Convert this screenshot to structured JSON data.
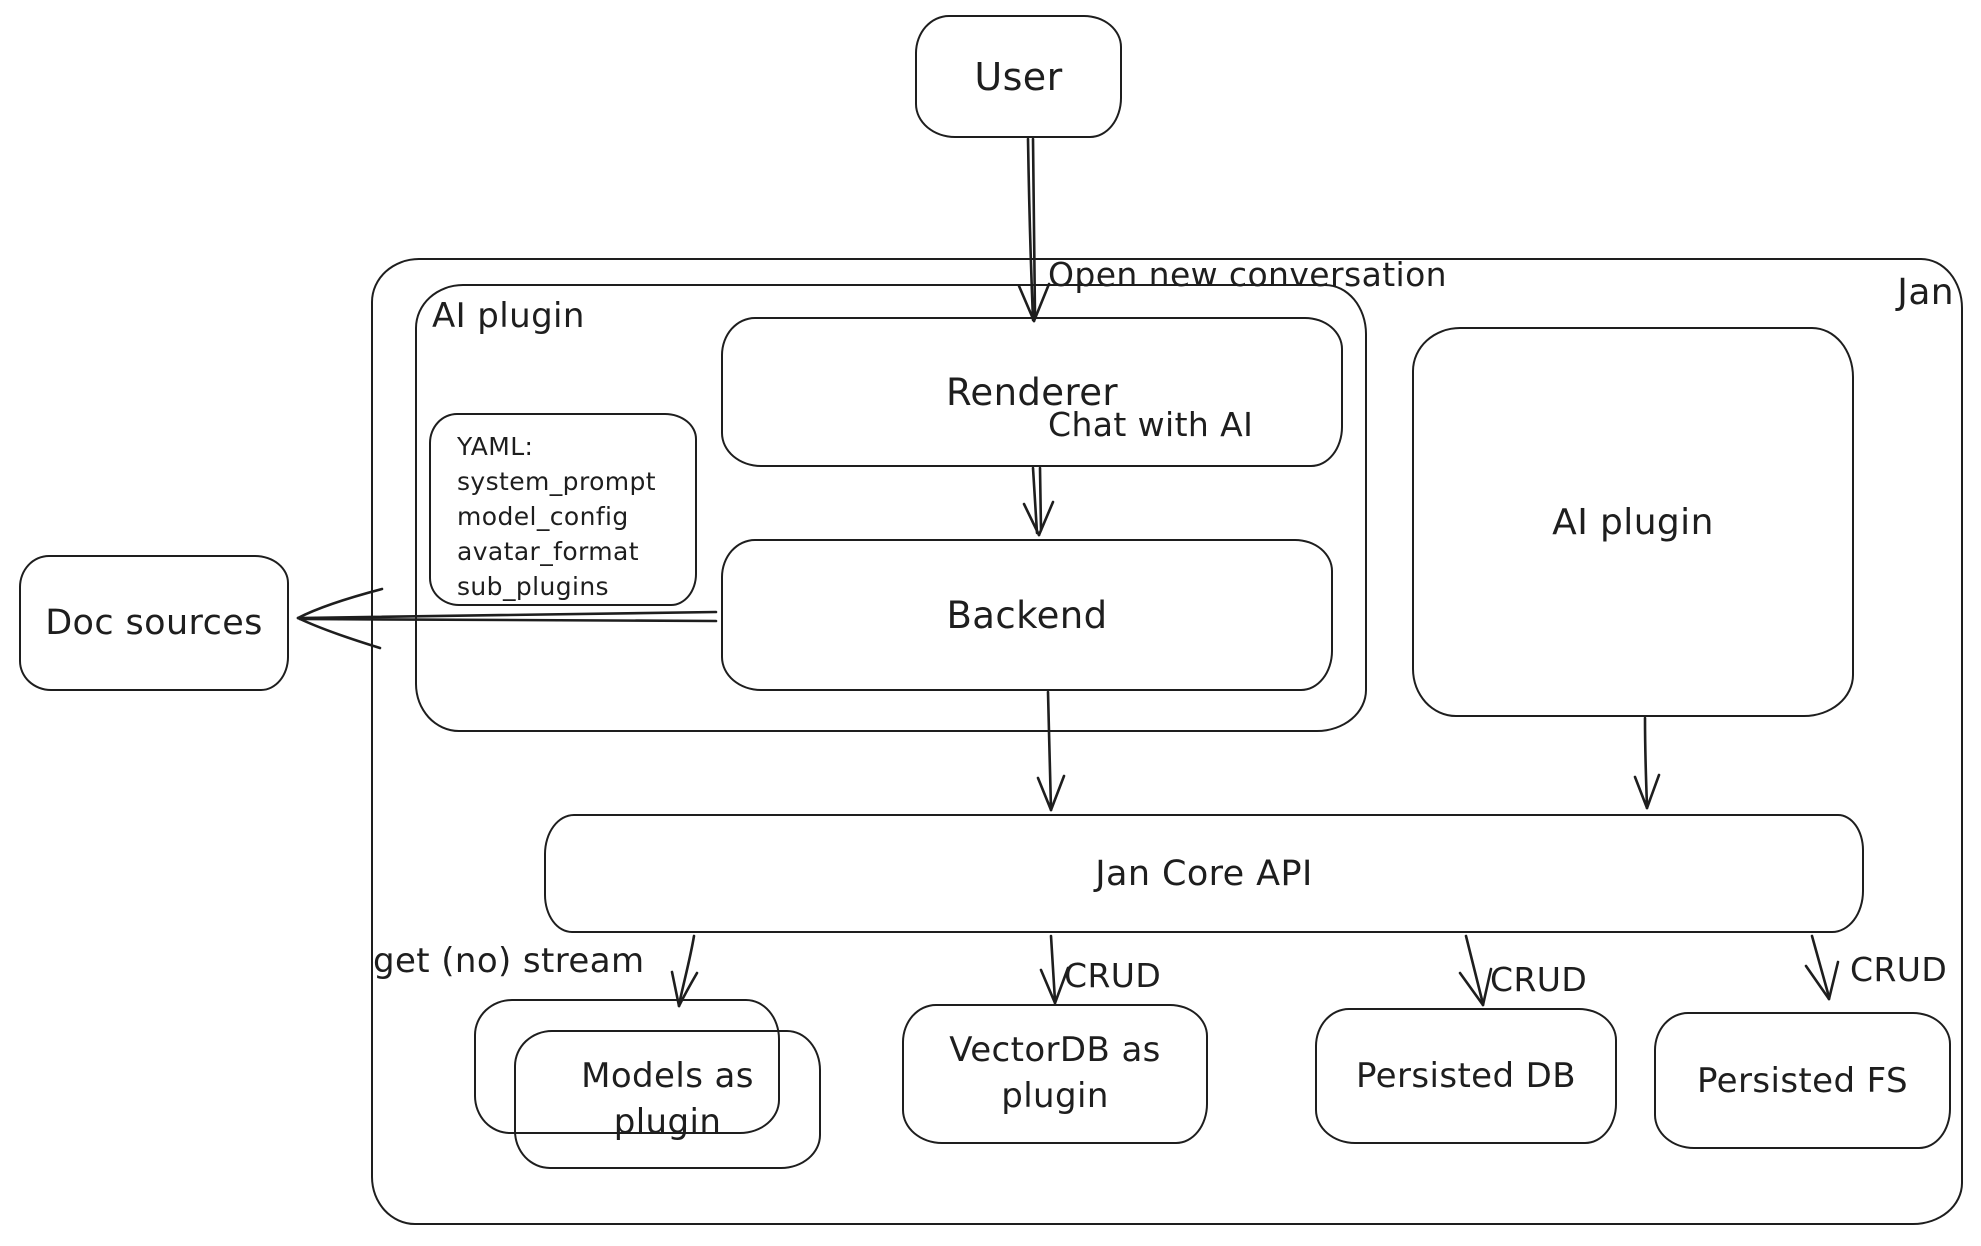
{
  "colors": {
    "stroke": "#1e1e1e",
    "background": "#ffffff"
  },
  "nodes": {
    "user": {
      "label": "User"
    },
    "jan": {
      "label": "Jan"
    },
    "ai_plugin_container": {
      "label": "AI plugin"
    },
    "yaml_note": {
      "lines": [
        "YAML:",
        "system_prompt",
        "model_config",
        "avatar_format",
        "sub_plugins"
      ]
    },
    "renderer": {
      "label": "Renderer"
    },
    "backend": {
      "label": "Backend"
    },
    "ai_plugin_right": {
      "label": "AI plugin"
    },
    "doc_sources": {
      "label": "Doc sources"
    },
    "jan_core_api": {
      "label": "Jan Core API"
    },
    "models_plugin": {
      "label": "Models as plugin"
    },
    "vectordb_plugin": {
      "label": "VectorDB as plugin"
    },
    "persisted_db": {
      "label": "Persisted DB"
    },
    "persisted_fs": {
      "label": "Persisted FS"
    }
  },
  "edge_labels": {
    "user_to_renderer_line1": "Open new conversation",
    "user_to_renderer_line2": "Chat with AI",
    "core_to_models": "get (no) stream",
    "core_to_vectordb": "CRUD",
    "core_to_persisted_db": "CRUD",
    "core_to_persisted_fs": "CRUD"
  }
}
